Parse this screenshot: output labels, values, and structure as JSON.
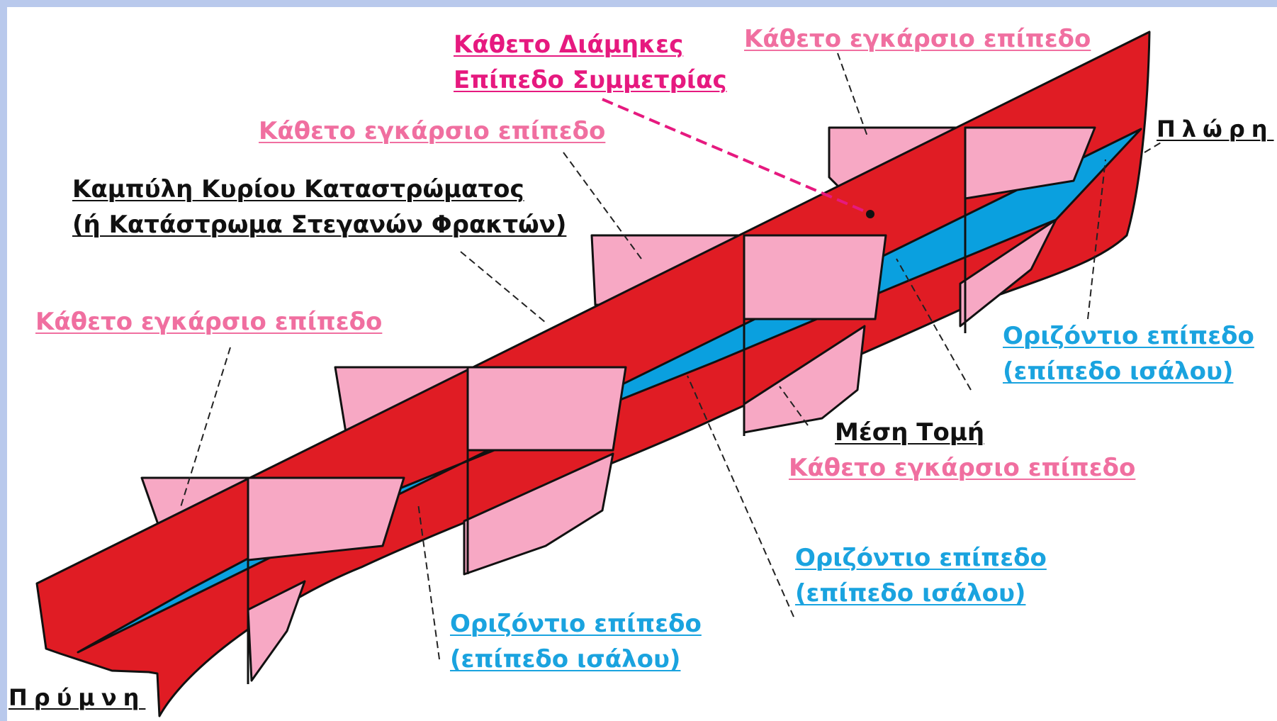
{
  "labels": {
    "symmetry_plane_line1": "Κάθετο Διάμηκες",
    "symmetry_plane_line2": "Επίπεδο  Συμμετρίας",
    "transverse_top": "Κάθετο εγκάρσιο επίπεδο",
    "transverse_upper_left": "Κάθετο εγκάρσιο επίπεδο",
    "transverse_left": "Κάθετο εγκάρσιο επίπεδο",
    "transverse_mid": "Κάθετο εγκάρσιο επίπεδο",
    "deck_curve_line1": "Καμπύλη Κυρίου Καταστρώματος",
    "deck_curve_line2": "(ή Κατάστρωμα Στεγανών Φρακτών)",
    "midship_section": "Μέση Τομή",
    "waterplane_right_line1": "Οριζόντιο επίπεδο",
    "waterplane_right_line2": "(επίπεδο ισάλου)",
    "waterplane_center_line1": "Οριζόντιο επίπεδο",
    "waterplane_center_line2": "(επίπεδο ισάλου)",
    "waterplane_bottom_line1": "Οριζόντιο επίπεδο",
    "waterplane_bottom_line2": "(επίπεδο ισάλου)",
    "bow": "Πλώρη",
    "stern": "Πρύμνη"
  },
  "colors": {
    "centerplane_red": "#e01c24",
    "transverse_pink": "#f7a8c4",
    "waterplane_blue": "#0aa0df",
    "label_pink": "#f06fa0",
    "label_blue": "#1aa3df",
    "label_magenta": "#e6197f",
    "frame_blue": "#b9c9ec"
  }
}
